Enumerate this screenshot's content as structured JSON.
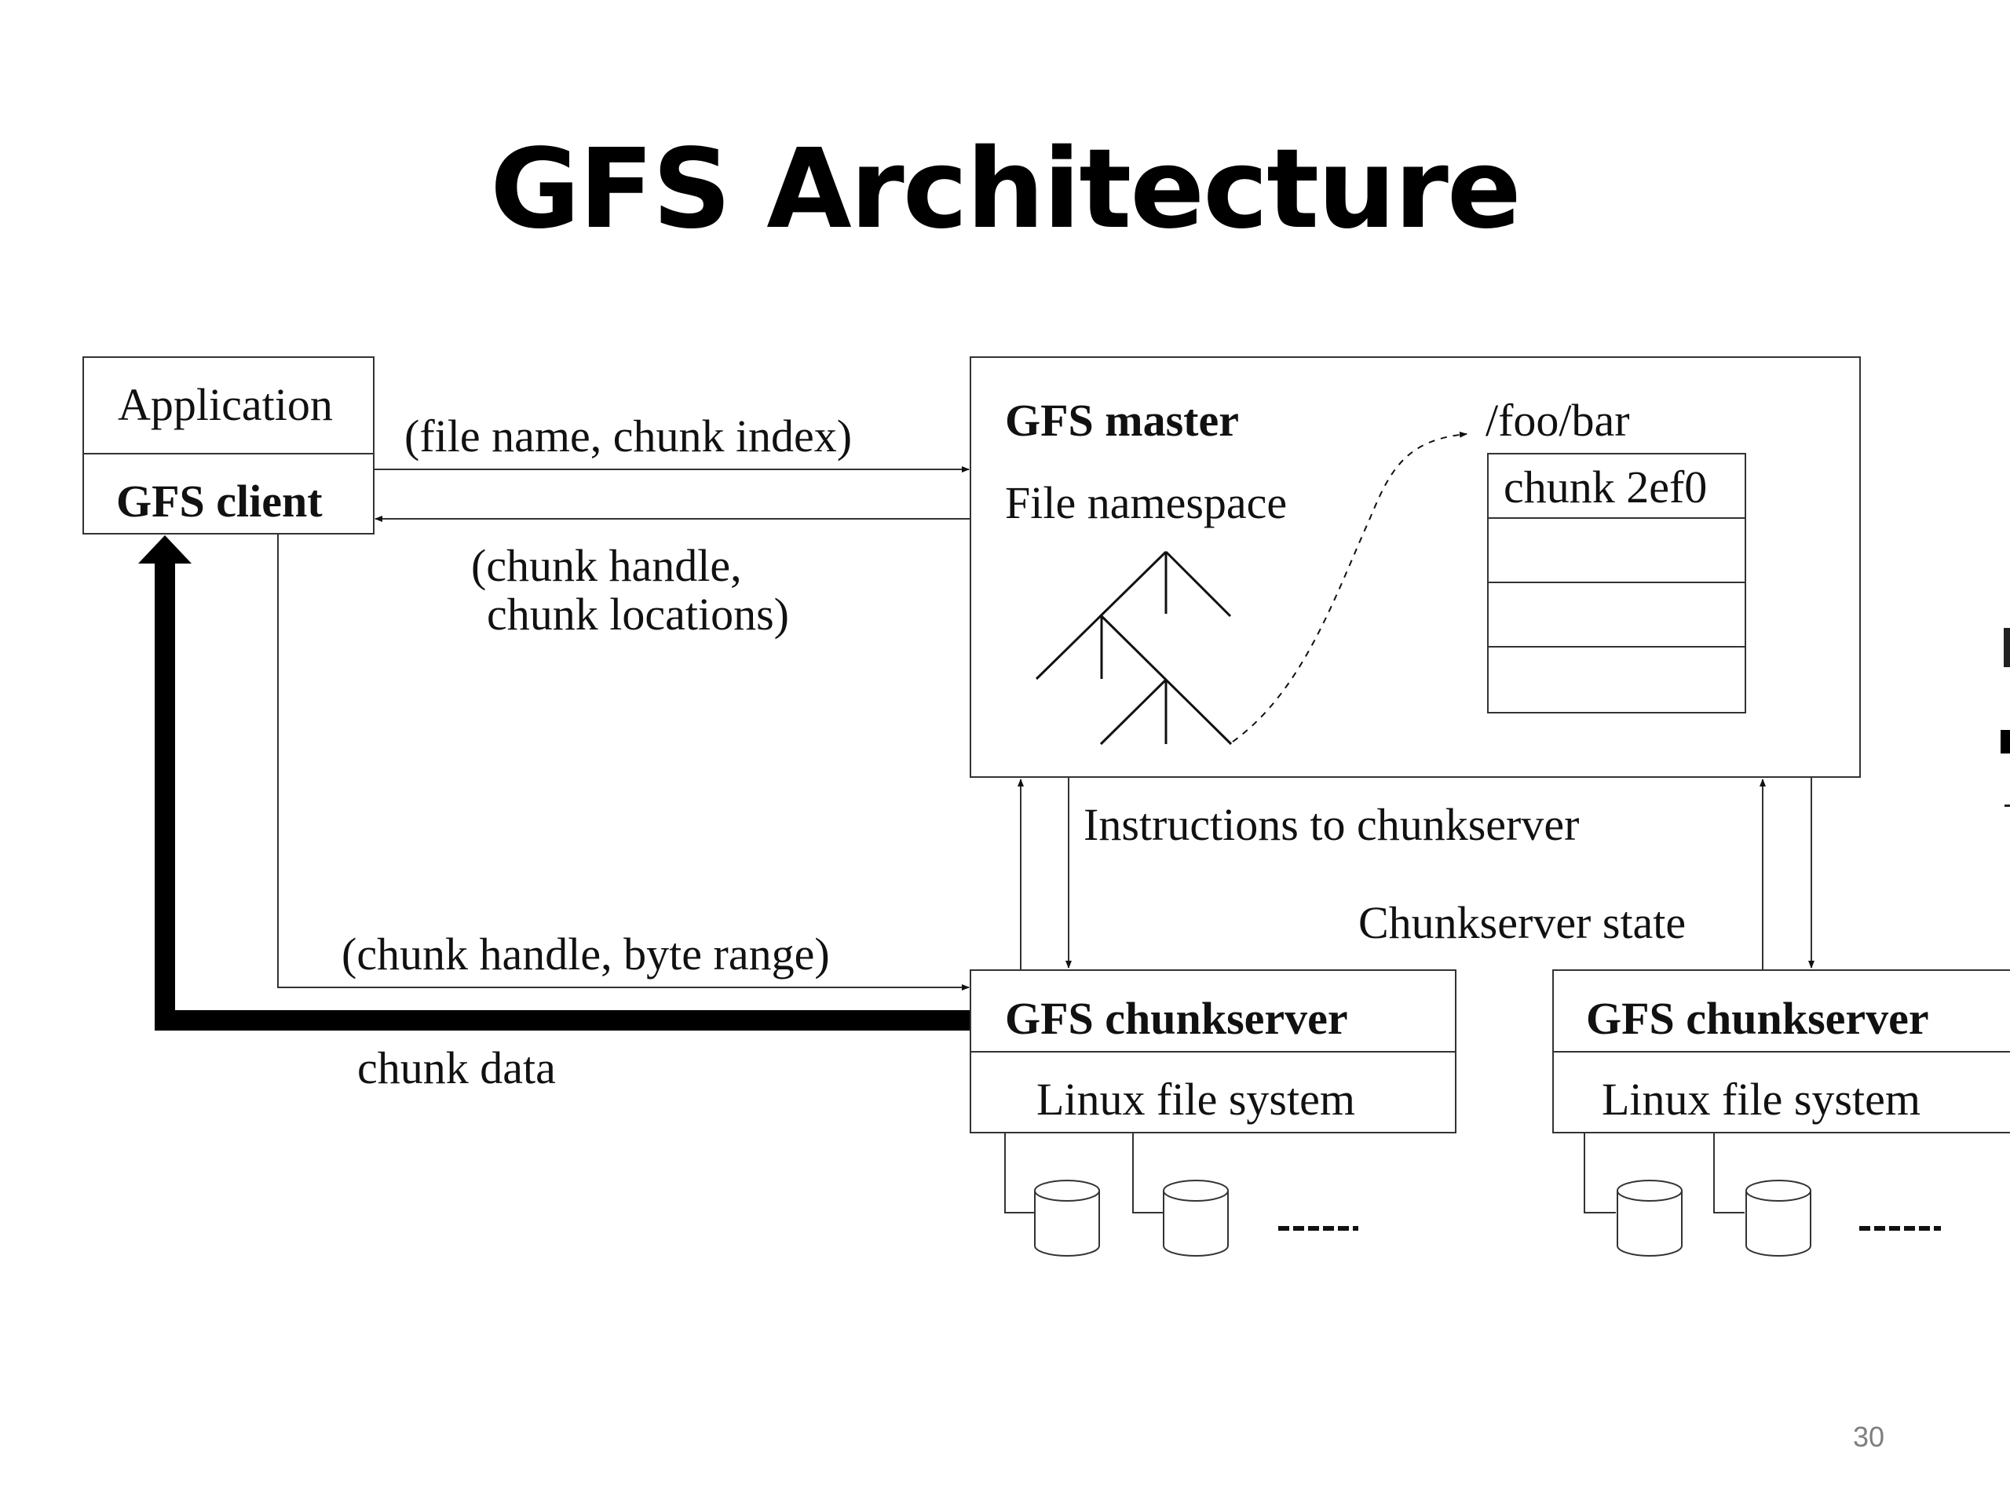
{
  "title": "GFS Architecture",
  "slide_number": "30",
  "application": {
    "label": "Application",
    "client_label": "GFS client"
  },
  "master": {
    "title": "GFS master",
    "namespace_label": "File namespace",
    "path_label": "/foo/bar",
    "chunk_label": "chunk 2ef0"
  },
  "messages": {
    "request": "(file name, chunk index)",
    "reply_line1": "(chunk handle,",
    "reply_line2": "chunk locations)",
    "data_request": "(chunk handle, byte range)",
    "chunk_data": "chunk data",
    "instructions": "Instructions to chunkserver",
    "state": "Chunkserver state"
  },
  "chunkservers": [
    {
      "title": "GFS chunkserver",
      "fs_label": "Linux file system"
    },
    {
      "title": "GFS chunkserver",
      "fs_label": "Linux file system"
    }
  ]
}
